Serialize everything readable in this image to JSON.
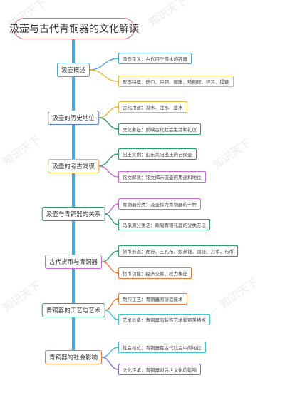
{
  "title": "汲壶与古代青铜器的文化解读",
  "watermark": "知识天下",
  "branches": [
    {
      "label": "汲壶概述",
      "color": "#4aa3df",
      "children": [
        {
          "text": "汲壶定义：古代用于盛水的容器",
          "color": "#4aa3df"
        },
        {
          "text": "形态特征：侈口、束颈、鼓腹、矮圈足、环耳、提链",
          "color": "#f0b63a"
        }
      ]
    },
    {
      "label": "汲壶的历史地位",
      "color": "#5b7fd6",
      "children": [
        {
          "text": "古代用途：汲水、注水、盛水",
          "color": "#f0b63a"
        },
        {
          "text": "文化象征：反映古代社会生活和礼仪",
          "color": "#2e9e6b"
        }
      ]
    },
    {
      "label": "汲壶的考古发现",
      "color": "#f0b63a",
      "children": [
        {
          "text": "出土实例：山东莱阳出土的己侯壶",
          "color": "#2e9e6b"
        },
        {
          "text": "铭文解读：铭文揭示汲壶的用途和地位",
          "color": "#c96ad6"
        }
      ]
    },
    {
      "label": "汲壶与青铜器的关系",
      "color": "#2e9e6b",
      "children": [
        {
          "text": "青铜器分类：汲壶作为青铜器的一种",
          "color": "#c96ad6"
        },
        {
          "text": "马承源分类法：商周青铜礼器的分类方法",
          "color": "#2e9e6b"
        }
      ]
    },
    {
      "label": "古代货币与青铜器",
      "color": "#c96ad6",
      "children": [
        {
          "text": "货币形态：虎符、三孔布、蚁鼻钱、圆钱、刀币、布币",
          "color": "#2e9e6b"
        },
        {
          "text": "货币功能：经济交易、权力象征",
          "color": "#f07a3a"
        }
      ]
    },
    {
      "label": "青铜器的工艺与艺术",
      "color": "#2e9e6b",
      "children": [
        {
          "text": "制作工艺：青铜器的铸造技术",
          "color": "#f07a3a"
        },
        {
          "text": "艺术价值：青铜器的装饰艺术和审美特点",
          "color": "#3cc7d6"
        }
      ]
    },
    {
      "label": "青铜器的社会影响",
      "color": "#f07a3a",
      "children": [
        {
          "text": "社会地位：青铜器在古代社会中的地位",
          "color": "#3cc7d6"
        },
        {
          "text": "文化传承：青铜器对后世文化的影响",
          "color": "#8a6ad6"
        }
      ]
    }
  ]
}
